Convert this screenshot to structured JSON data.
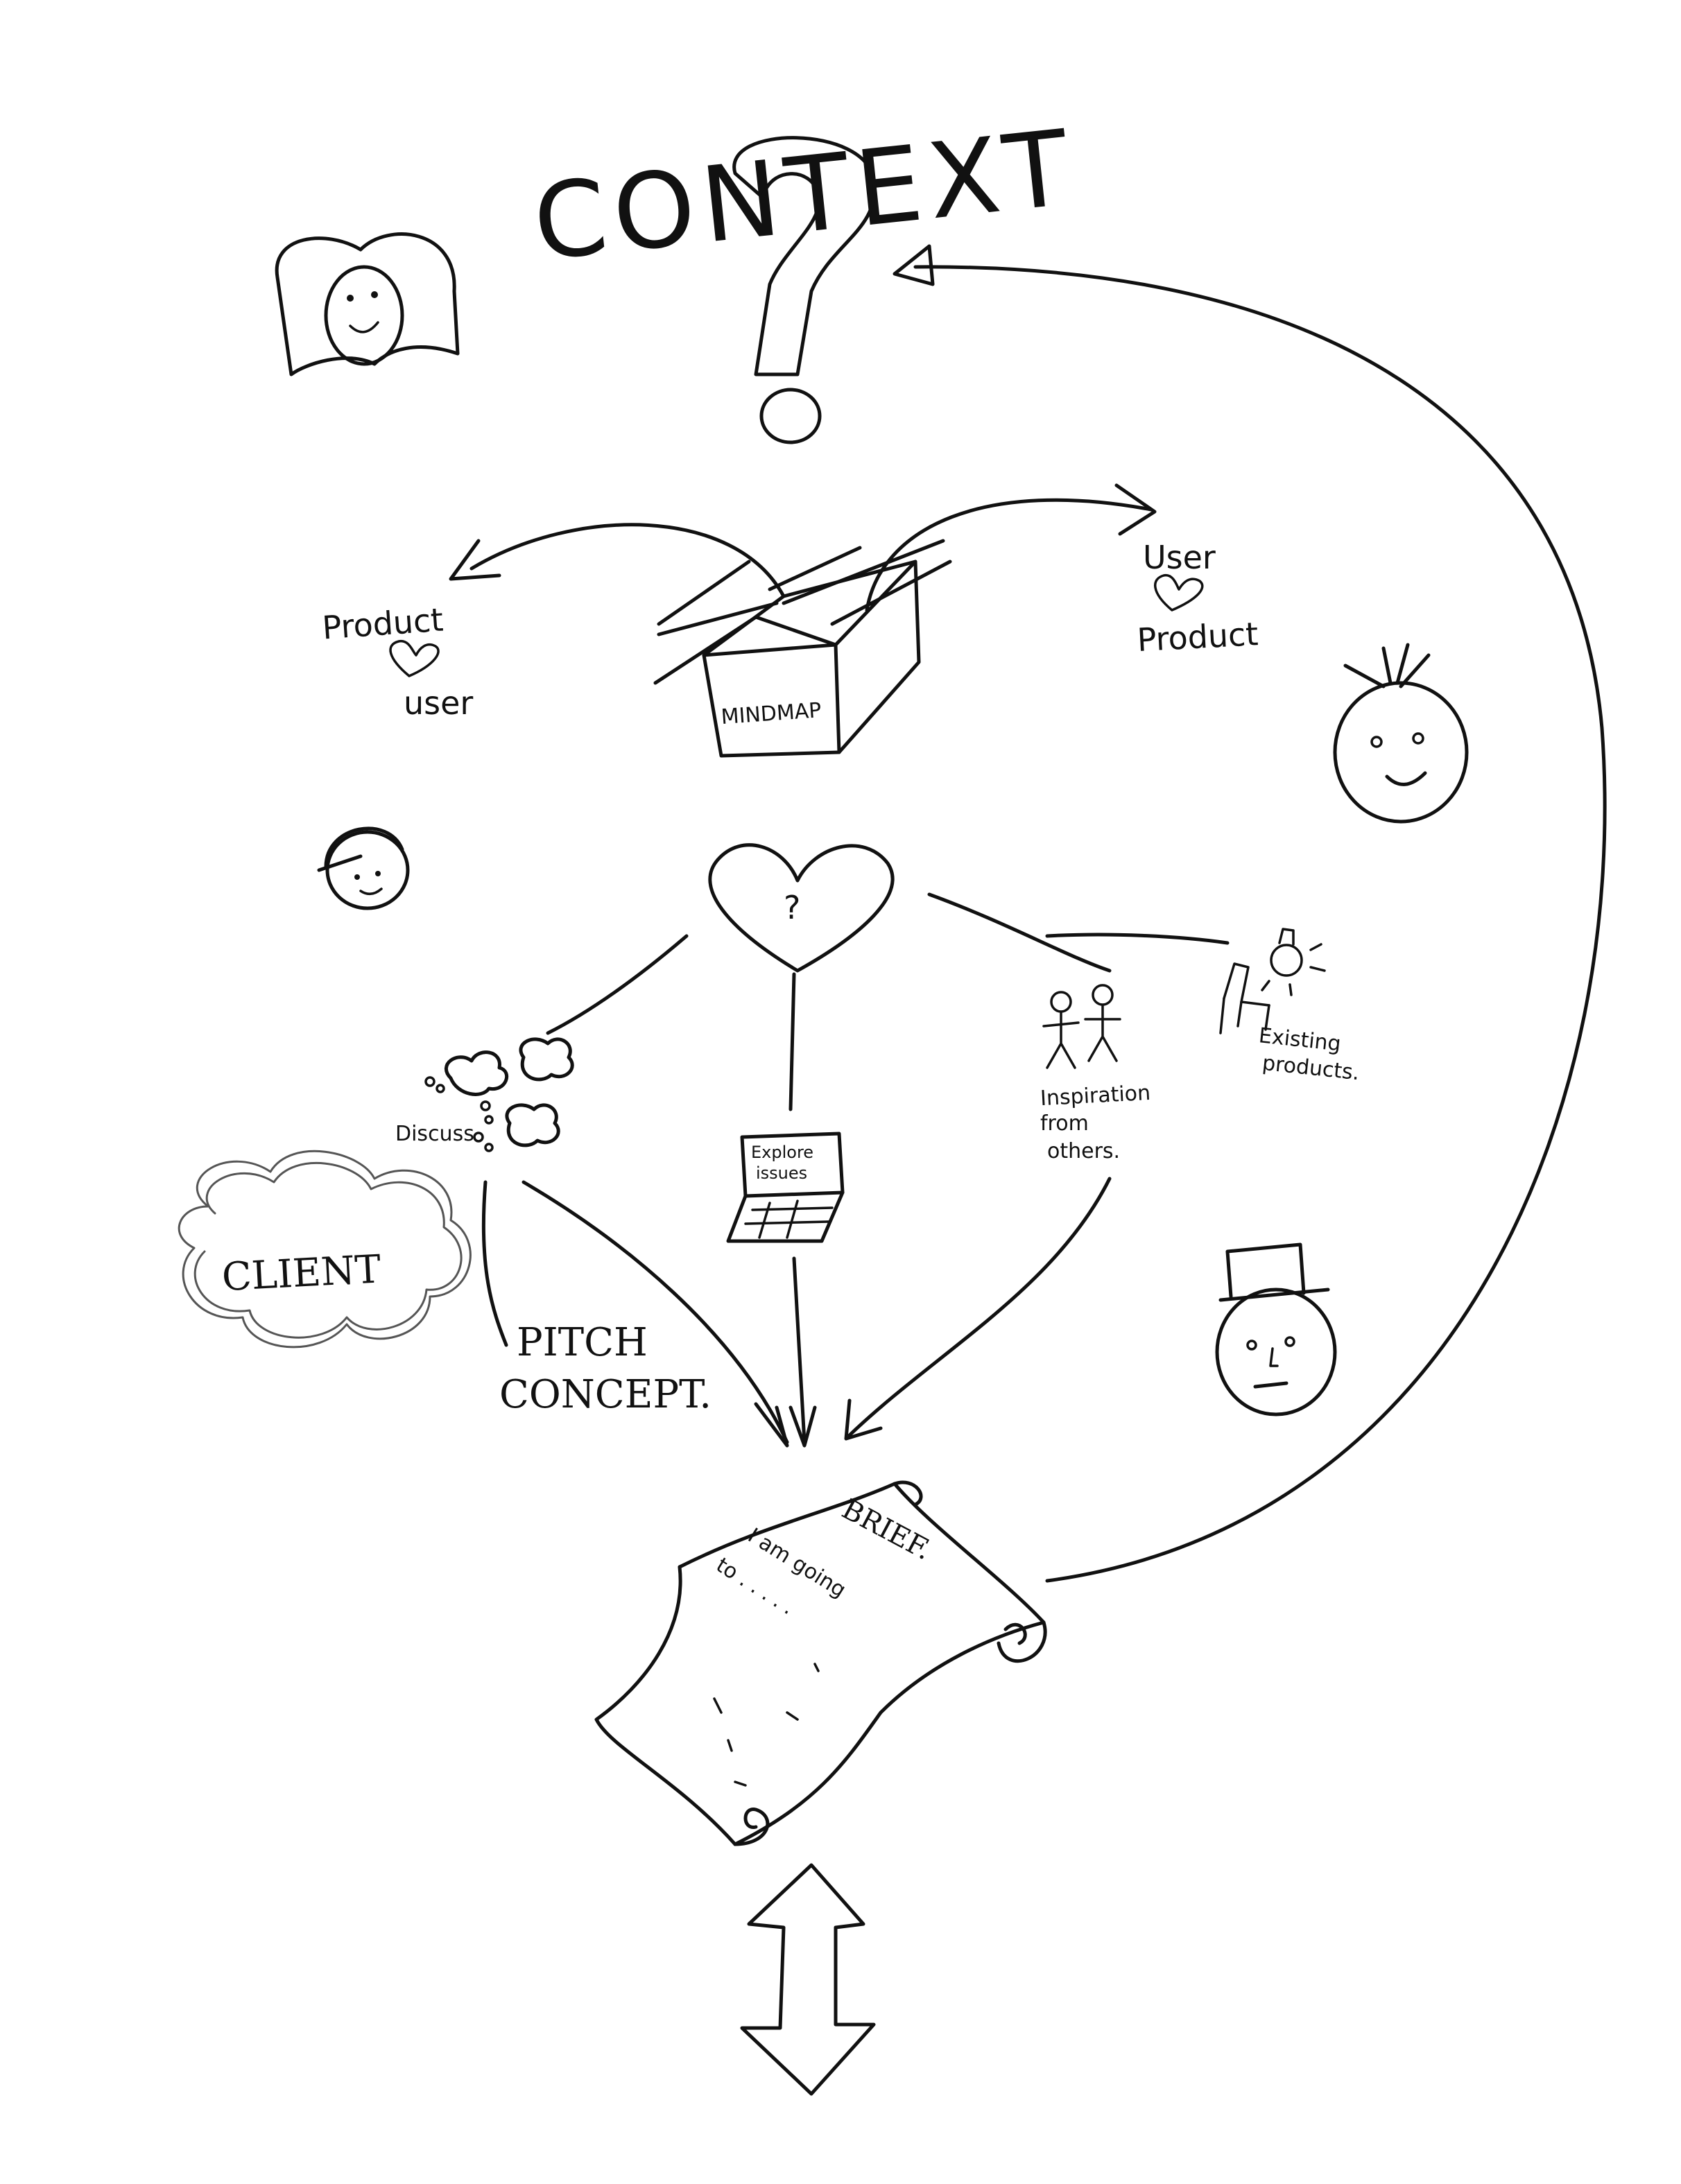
{
  "title": "CONTEXT",
  "box_label": "MINDMAP",
  "left_relation": {
    "top": "Product",
    "bottom": "user"
  },
  "right_relation": {
    "top": "User",
    "bottom": "Product"
  },
  "heart_mark": "?",
  "branches": {
    "discuss": "Discuss",
    "explore_line1": "Explore",
    "explore_line2": "issues",
    "inspiration_line1": "Inspiration",
    "inspiration_line2": "from",
    "inspiration_line3": "others.",
    "existing_line1": "Existing",
    "existing_line2": "products."
  },
  "client_cloud": "CLIENT",
  "pitch_line1": "PITCH",
  "pitch_line2": "CONCEPT.",
  "brief": {
    "title": "BRIEF.",
    "line1": "I am going",
    "line2": "to . . . . ."
  },
  "colors": {
    "ink": "#111111",
    "paper": "#ffffff"
  },
  "icons": [
    "question-mark-icon",
    "heart-icon",
    "laptop-icon",
    "stick-figures-icon",
    "chair-icon",
    "lightbulb-icon",
    "scroll-icon",
    "double-arrow-icon"
  ]
}
